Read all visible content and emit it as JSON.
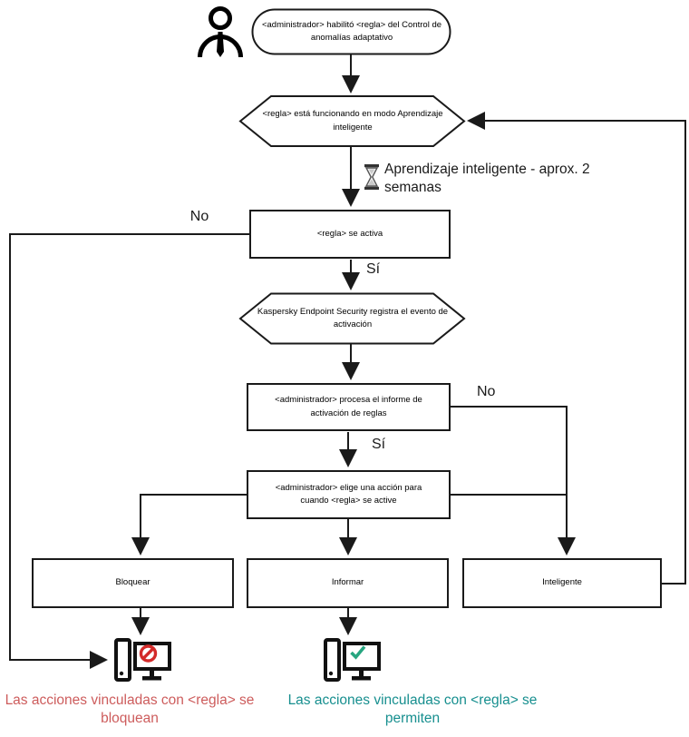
{
  "colors": {
    "line": "#1a1a1a",
    "caption_blocked": "#cd5c5c",
    "caption_allowed": "#178f8f",
    "prohibit": "#d32a2a",
    "check": "#27a580"
  },
  "nodes": {
    "start": "<administrador> habilitó <regla> del Control de anomalías adaptativo",
    "learning_mode": "<regla> está funcionando en modo Aprendizaje inteligente",
    "rule_triggers": "<regla> se activa",
    "security_logs": "Kaspersky Endpoint Security registra el evento de activación",
    "admin_report": "<administrador> procesa el informe de activación de reglas",
    "admin_choose": "<administrador> elige una acción para cuando <regla> se active",
    "action_block": "Bloquear",
    "action_inform": "Informar",
    "action_smart": "Inteligente"
  },
  "labels": {
    "no_left": "No",
    "yes_first": "Sí",
    "no_right": "No",
    "yes_second": "Sí",
    "learning_note": "Aprendizaje inteligente - aprox. 2 semanas"
  },
  "captions": {
    "blocked": "Las acciones vinculadas con <regla> se bloquean",
    "allowed": "Las acciones vinculadas con <regla> se permiten"
  },
  "icons": {
    "person": "person-icon",
    "hourglass": "hourglass-icon",
    "pc_blocked": "computer-blocked-icon",
    "pc_allowed": "computer-allowed-icon"
  }
}
